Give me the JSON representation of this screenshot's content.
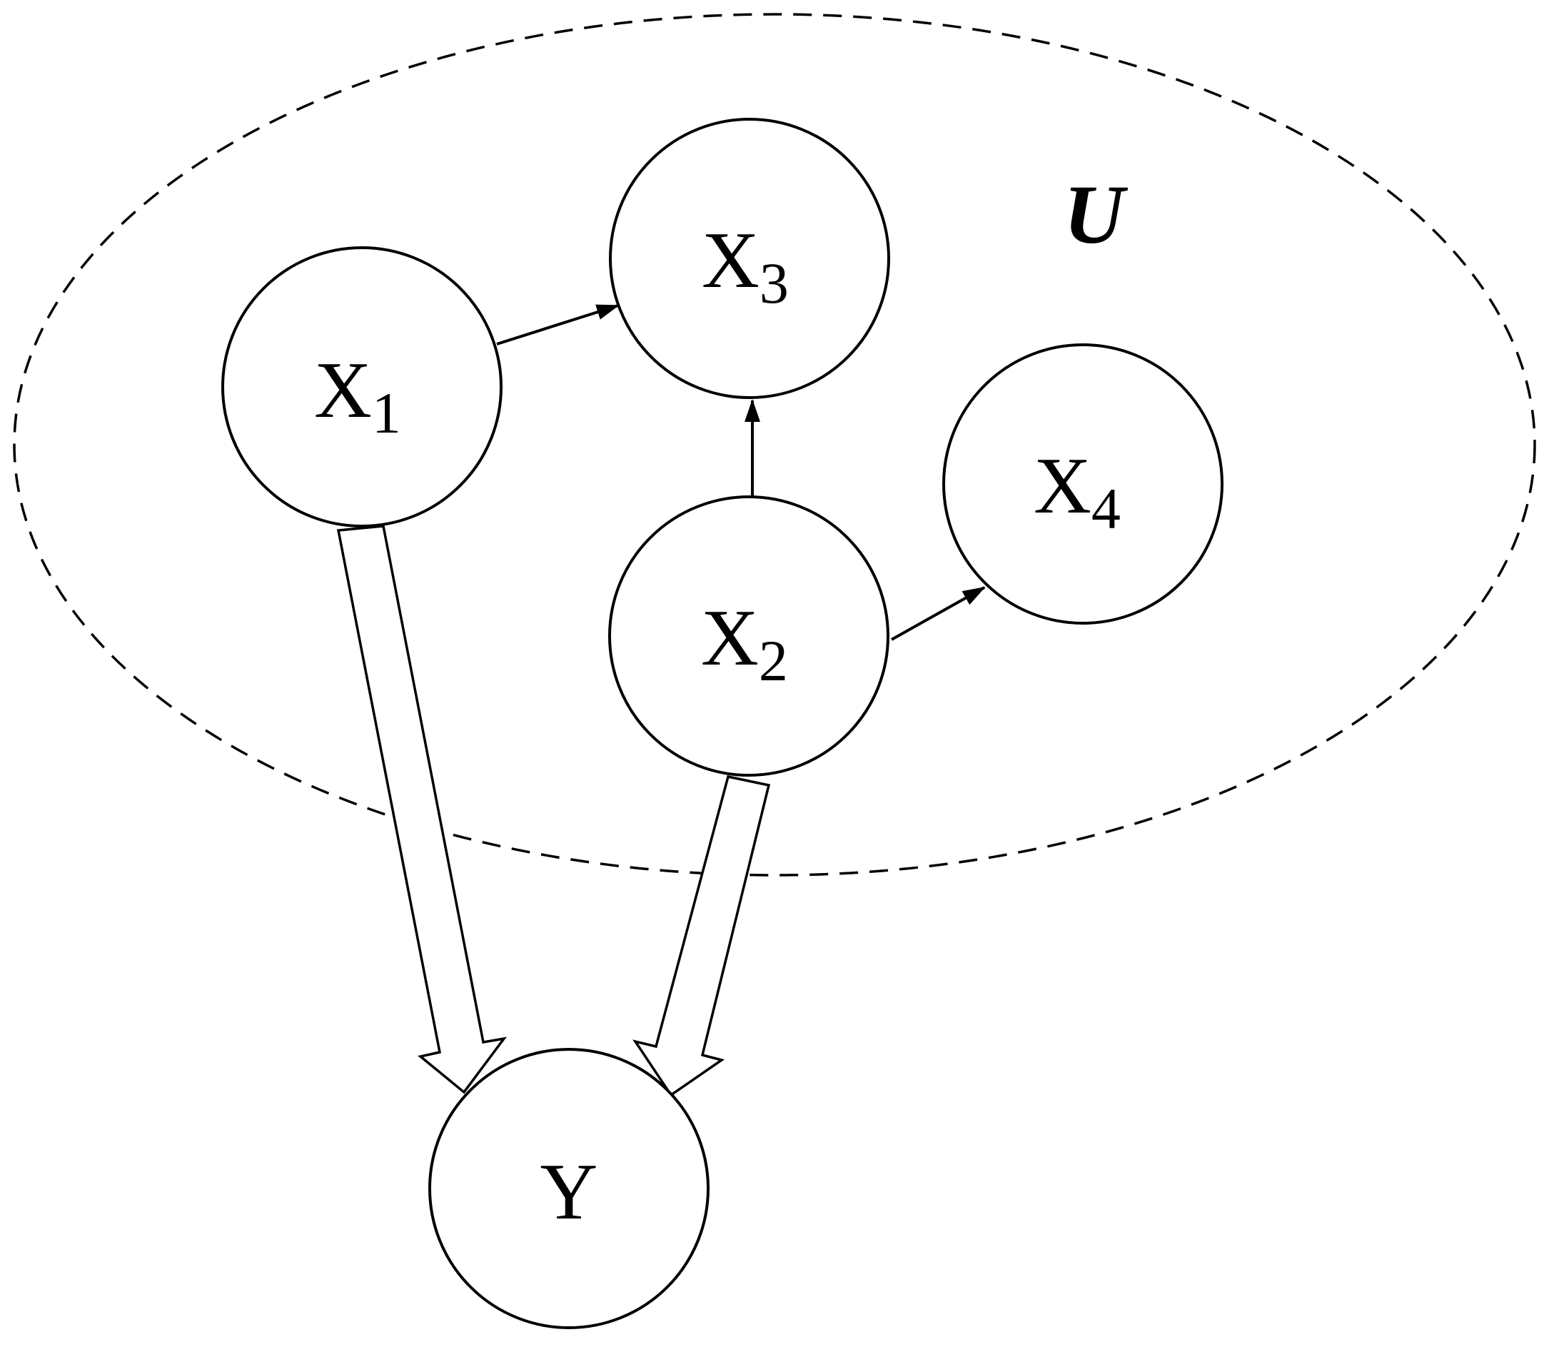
{
  "set": {
    "label": "U"
  },
  "nodes": [
    {
      "id": "x1",
      "letter": "X",
      "sub": "1"
    },
    {
      "id": "x2",
      "letter": "X",
      "sub": "2"
    },
    {
      "id": "x3",
      "letter": "X",
      "sub": "3"
    },
    {
      "id": "x4",
      "letter": "X",
      "sub": "4"
    },
    {
      "id": "y",
      "letter": "Y",
      "sub": ""
    }
  ],
  "edges": [
    {
      "from": "x1",
      "to": "x3",
      "style": "thin-arrow"
    },
    {
      "from": "x2",
      "to": "x3",
      "style": "thin-arrow"
    },
    {
      "from": "x2",
      "to": "x4",
      "style": "thin-arrow"
    },
    {
      "from": "x1",
      "to": "y",
      "style": "hollow-arrow"
    },
    {
      "from": "x2",
      "to": "y",
      "style": "hollow-arrow"
    }
  ],
  "colors": {
    "stroke": "#000000",
    "background": "#ffffff"
  }
}
